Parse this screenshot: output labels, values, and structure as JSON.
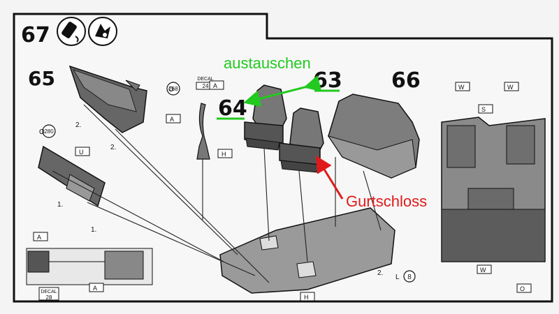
{
  "step": {
    "number": "67",
    "icons": [
      "glue-bottle-icon",
      "paint-splash-icon"
    ]
  },
  "parts": {
    "p65": "65",
    "p64": "64",
    "p63": "63",
    "p66": "66",
    "count_268": "268",
    "count_280": "280",
    "count_8": "8"
  },
  "decals": {
    "top_label": "DECAL",
    "top_number": "24",
    "bottom_label": "DECAL",
    "bottom_number": "28"
  },
  "markers": {
    "a_top": "A",
    "a_mid": "A",
    "h_mid": "H",
    "u_left": "U",
    "a_inset": "A",
    "a_inset2": "A",
    "h_bottom": "H",
    "w_left": "W",
    "w_right": "W",
    "s_top": "S",
    "w_bottom": "W",
    "o_bottom": "O"
  },
  "step_labels": {
    "s1a": "2.",
    "s1b": "2.",
    "s1c": "1.",
    "s1d": "1.",
    "s1e": "2.",
    "s1f": "O",
    "s1g": "O",
    "s1h": "L"
  },
  "annotations": {
    "swap": "austauschen",
    "buckle": "Gurtschloss",
    "green": "#22c91f",
    "red": "#e01a1a"
  }
}
